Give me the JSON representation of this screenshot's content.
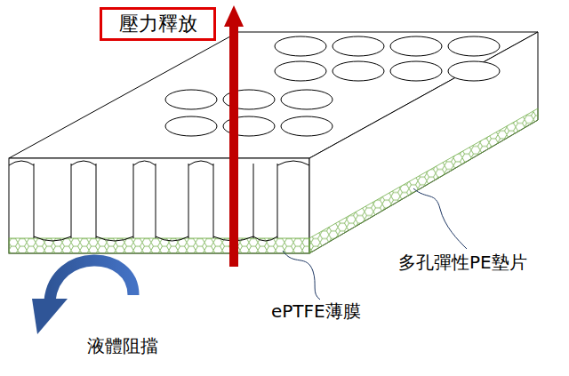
{
  "diagram": {
    "nodes": [
      {
        "text": [
          "壓力釋放"
        ]
      }
    ],
    "labels": [
      "多孔彈性PE墊片",
      "ePTFE薄膜",
      "液體阻擋"
    ]
  }
}
